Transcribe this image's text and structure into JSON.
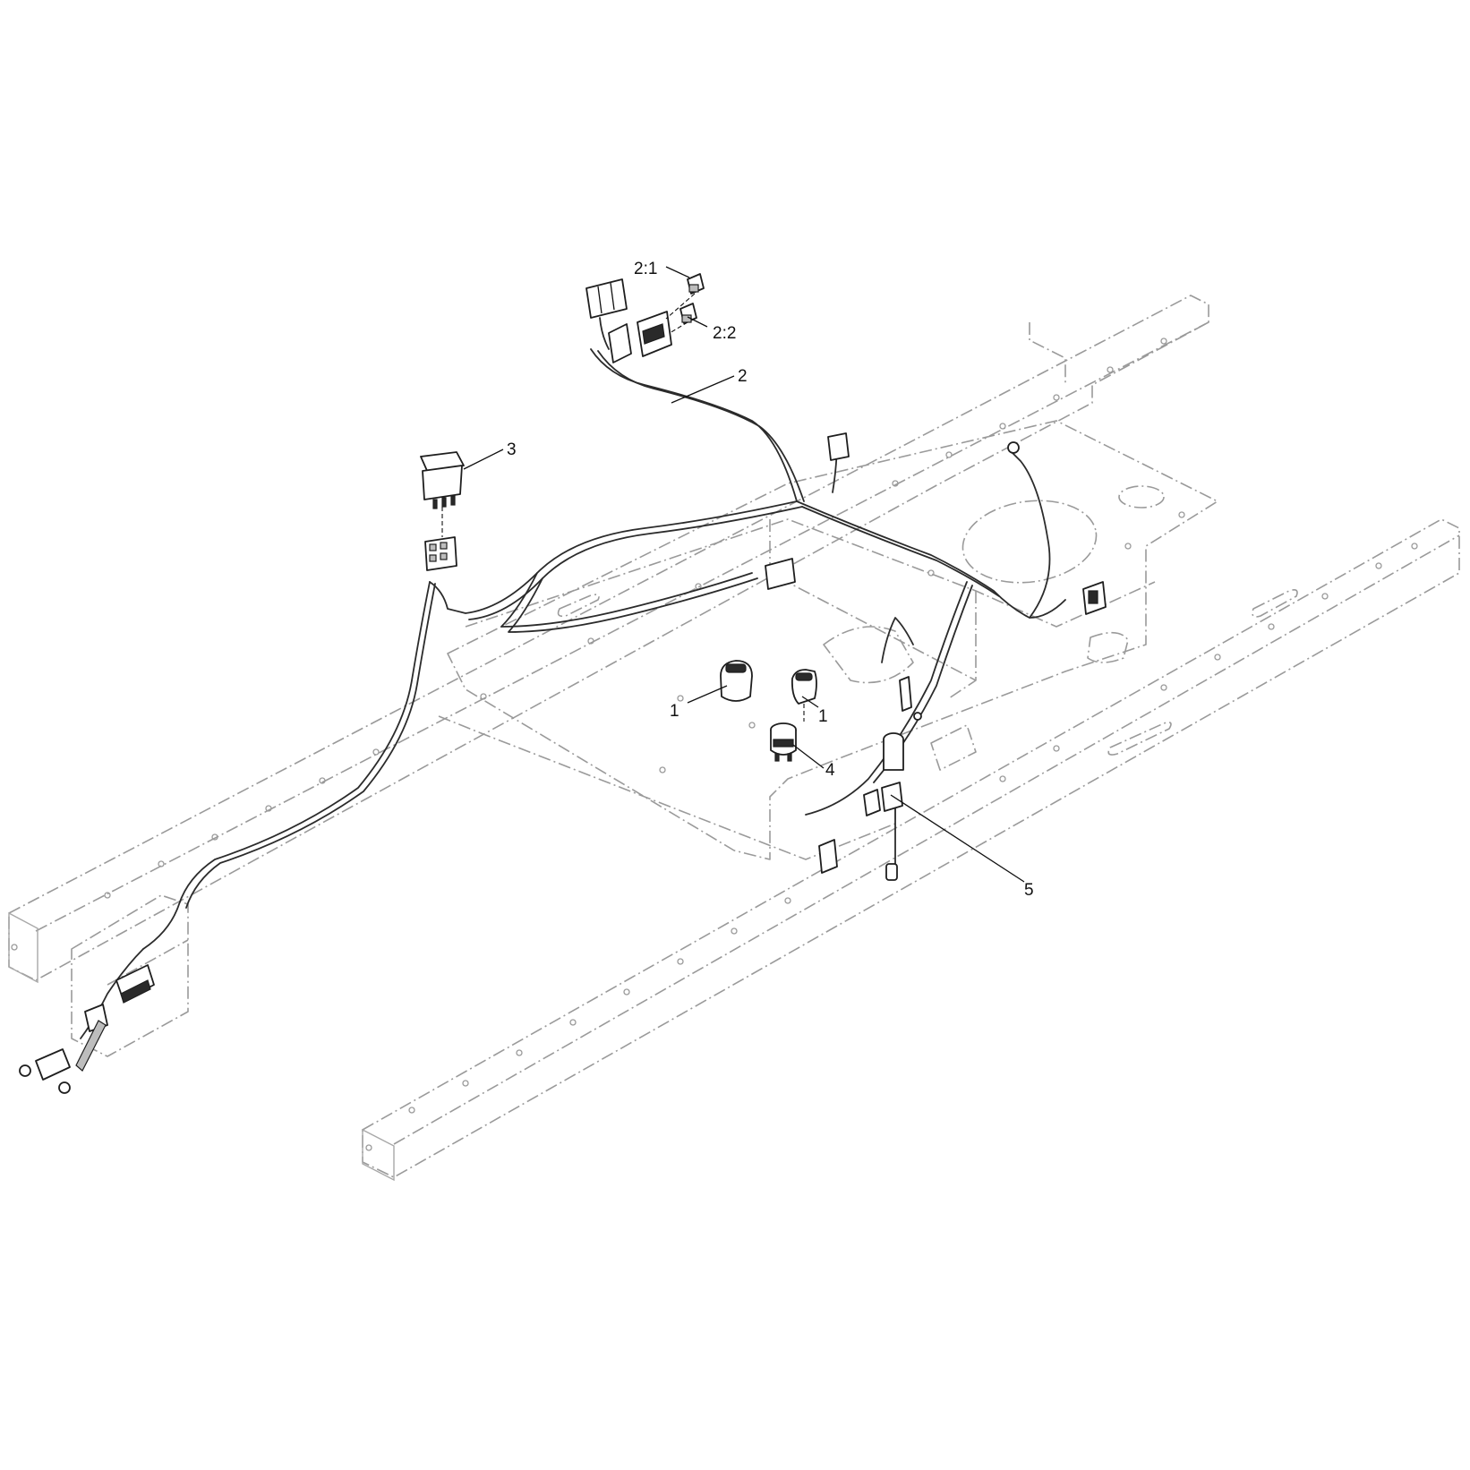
{
  "callouts": {
    "c2_1": "2:1",
    "c2_2": "2:2",
    "c2": "2",
    "c3": "3",
    "c1a": "1",
    "c1b": "1",
    "c4": "4",
    "c5": "5"
  },
  "colors": {
    "frame": "#9a9a9a",
    "wire": "#2b2b2b",
    "text": "#111111"
  }
}
